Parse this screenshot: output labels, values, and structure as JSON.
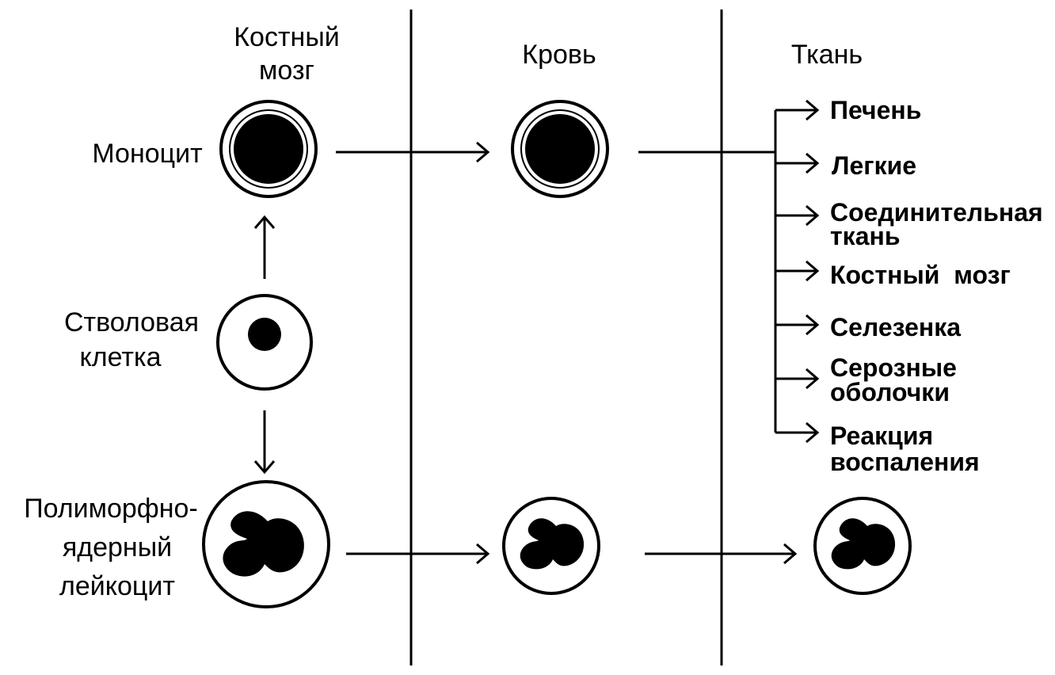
{
  "headers": {
    "bone_marrow_line1": "Костный",
    "bone_marrow_line2": "мозг",
    "blood": "Кровь",
    "tissue": "Ткань"
  },
  "cells": {
    "monocyte": "Моноцит",
    "stem_cell_line1": "Стволовая",
    "stem_cell_line2": "клетка",
    "pmn_line1": "Полиморфно-",
    "pmn_line2": "ядерный",
    "pmn_line3": "лейкоцит"
  },
  "tissues": [
    {
      "line1": "Печень",
      "line2": ""
    },
    {
      "line1": "Легкие",
      "line2": ""
    },
    {
      "line1": "Соединительная",
      "line2": "ткань"
    },
    {
      "line1": "Костный  мозг",
      "line2": ""
    },
    {
      "line1": "Селезенка",
      "line2": ""
    },
    {
      "line1": "Серозные",
      "line2": "оболочки"
    },
    {
      "line1": "Реакция",
      "line2": "воспаления"
    }
  ],
  "colors": {
    "ink": "#000000",
    "background": "#ffffff"
  }
}
